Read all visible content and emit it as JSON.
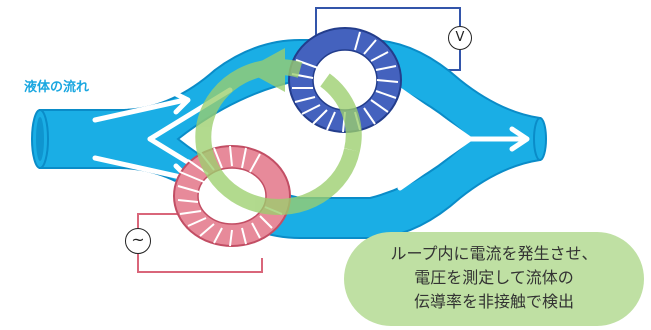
{
  "labels": {
    "fluid_flow": "液体の流れ",
    "voltmeter_symbol": "V",
    "ac_source_symbol": "~"
  },
  "callout": {
    "lines": [
      "ループ内に電流を発生させ、",
      "電圧を測定して流体の",
      "伝導率を非接触で検出"
    ]
  },
  "colors": {
    "pipe": "#1aaee5",
    "pipe_edge": "#0a8cc8",
    "arrows": "#ffffff",
    "coil_blue": "#2b4aa8",
    "coil_red": "#d9667a",
    "green_loop": "#9ccf6e",
    "callout_bg": "#bfe0a3",
    "circuit_blue": "#3355aa",
    "circuit_red": "#d9667a"
  },
  "icons": {
    "voltmeter": "voltmeter-icon",
    "ac_source": "ac-source-icon"
  }
}
